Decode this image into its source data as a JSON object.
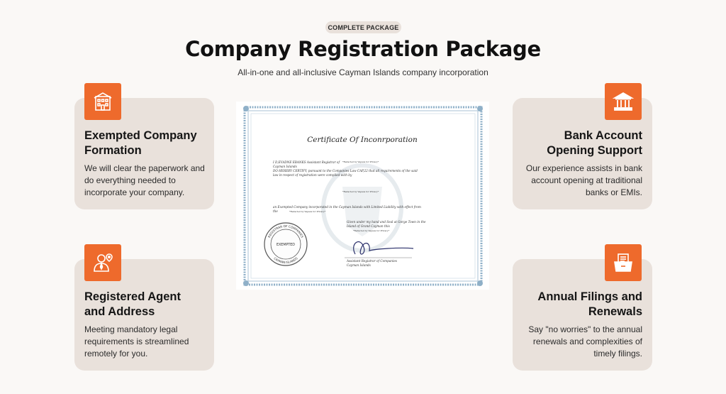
{
  "badge": "COMPLETE PACKAGE",
  "title": "Company Registration Package",
  "subtitle": "All-in-one and all-inclusive Cayman Islands company incorporation",
  "colors": {
    "accent": "#ee6a2c",
    "card_bg": "#e9e1db",
    "page_bg": "#faf8f6"
  },
  "features": [
    {
      "icon": "building-icon",
      "title_line1": "Exempted Company",
      "title_line2": "Formation",
      "desc_line1": "We will clear the paperwork and",
      "desc_line2": "do everything needed to",
      "desc_line3": "incorporate your company."
    },
    {
      "icon": "bank-icon",
      "title_line1": "Bank Account",
      "title_line2": "Opening Support",
      "desc_line1": "Our experience assists in bank",
      "desc_line2": "account opening at traditional",
      "desc_line3": "banks or EMIs."
    },
    {
      "icon": "agent-icon",
      "title_line1": "Registered Agent",
      "title_line2": "and Address",
      "desc_line1": "Meeting mandatory legal",
      "desc_line2": "requirements is streamlined",
      "desc_line3": "remotely for you."
    },
    {
      "icon": "folder-document-icon",
      "title_line1": "Annual Filings and",
      "title_line2": "Renewals",
      "desc_line1": "Say \"no worries\" to the annual",
      "desc_line2": "renewals and complexities of",
      "desc_line3": "timely filings."
    }
  ],
  "certificate": {
    "heading": "Certificate  Of Inconrporation",
    "line1": "I D,EVADNE EBANKS Assistant Registrar of",
    "line2": "Cayman Islands",
    "line3": "DO HEREBY CERTIFY, pursuant to the Companies Law CAP,22 that all requirements of the said",
    "line4": "law in respect of registration were complied with by",
    "line5": "an Exempted Company incorporated in the Cayman Islands with Limited Liability with effect from",
    "line6": "the",
    "line7": "Given under my hand and Seal at Gorge Town in the",
    "line8": "Island of Grand Cayman this",
    "sign1": "Assistant Registrar of Companies",
    "sign2": "Cayman Islands",
    "redacted": "*Redacted by Vapaus for Privacy*",
    "seal_top": "REGISTRAR OF COMPANIES",
    "seal_center": "EXEMPTED",
    "seal_bottom": "CAYMAN ISLANDS"
  }
}
